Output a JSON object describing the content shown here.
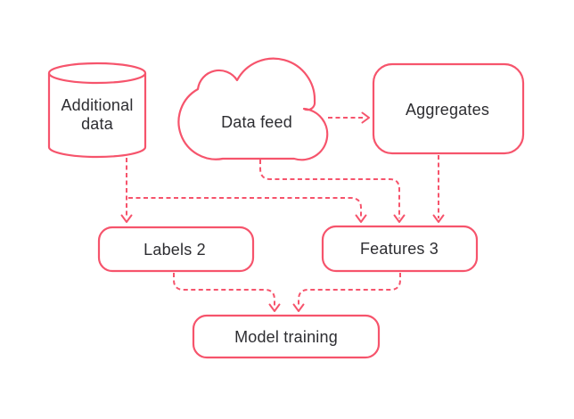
{
  "diagram": {
    "description": "Machine-learning data pipeline flow diagram",
    "colors": {
      "line": "#f6546c",
      "text": "#2d2d31",
      "background": "#ffffff"
    },
    "nodes": {
      "additional_data": {
        "shape": "cylinder",
        "line1": "Additional",
        "line2": "data"
      },
      "data_feed": {
        "shape": "cloud",
        "label": "Data feed"
      },
      "aggregates": {
        "shape": "rounded-rectangle",
        "label": "Aggregates"
      },
      "labels_2": {
        "shape": "rounded-rectangle",
        "label": "Labels 2"
      },
      "features_3": {
        "shape": "rounded-rectangle",
        "label": "Features 3"
      },
      "model_training": {
        "shape": "rounded-rectangle",
        "label": "Model training"
      }
    },
    "edges": [
      {
        "from": "Additional data",
        "to": "Labels 2",
        "style": "dashed-arrow"
      },
      {
        "from": "Additional data",
        "to": "Features 3",
        "style": "dashed-arrow"
      },
      {
        "from": "Data feed",
        "to": "Aggregates",
        "style": "dashed-arrow"
      },
      {
        "from": "Data feed",
        "to": "Features 3",
        "style": "dashed-arrow"
      },
      {
        "from": "Aggregates",
        "to": "Features 3",
        "style": "dashed-arrow"
      },
      {
        "from": "Labels 2",
        "to": "Model training",
        "style": "dashed-arrow"
      },
      {
        "from": "Features 3",
        "to": "Model training",
        "style": "dashed-arrow"
      }
    ]
  }
}
